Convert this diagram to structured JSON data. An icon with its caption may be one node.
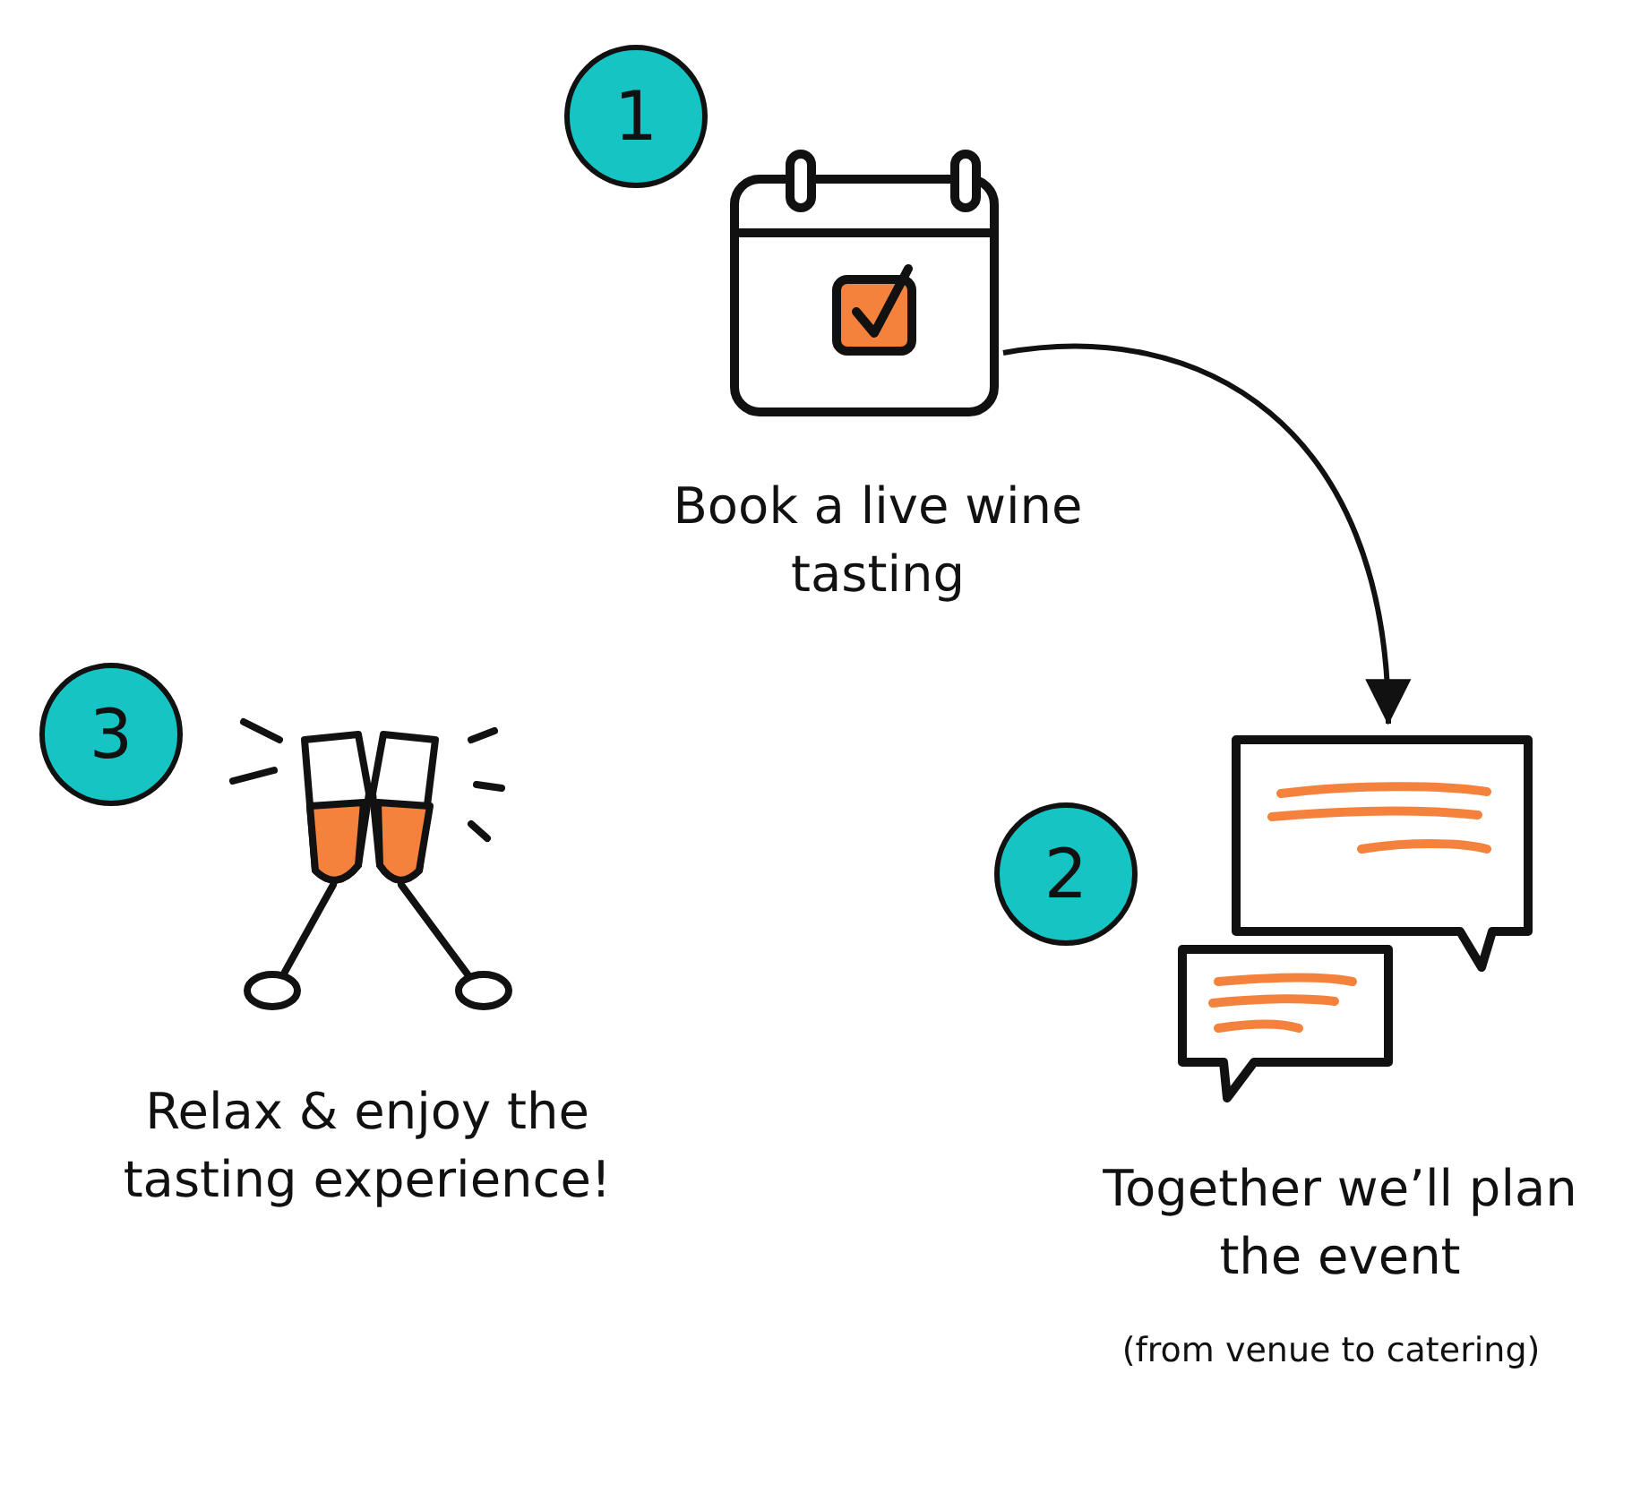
{
  "diagram": {
    "nodes": [
      {
        "text": [
          "1"
        ]
      },
      {
        "text": [],
        "shape": "picture",
        "beside": [
          "Book a live wine tasting"
        ]
      },
      {
        "text": [
          "2"
        ]
      },
      {
        "text": [],
        "shape": "picture",
        "beside": [
          "Together we’ll plan the event",
          "(from venue to catering)"
        ]
      },
      {
        "text": [
          "3"
        ]
      },
      {
        "text": [],
        "shape": "picture",
        "beside": [
          "Relax & enjoy the tasting experience!"
        ]
      }
    ],
    "edges": [
      {
        "from": 1,
        "to": 3,
        "arrow": "to"
      }
    ]
  }
}
